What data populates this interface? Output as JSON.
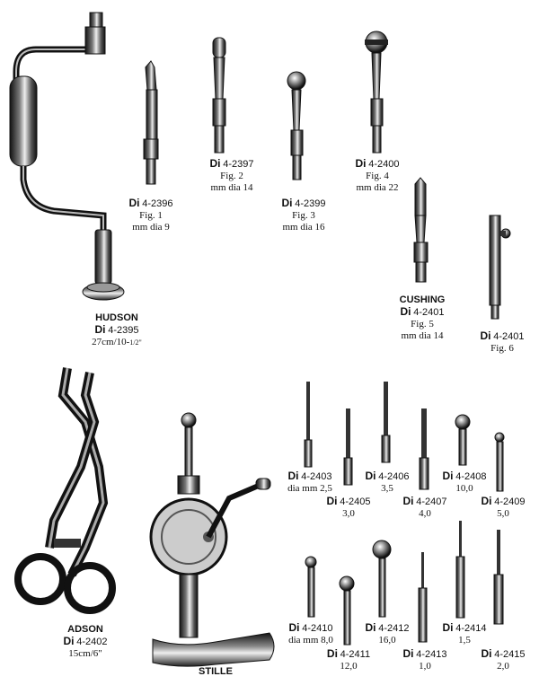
{
  "items": {
    "hudson": {
      "name": "HUDSON",
      "prefix": "Di",
      "code": "4-2395",
      "size_main": "27cm/10-",
      "size_frac": "1/2\""
    },
    "i2396": {
      "prefix": "Di",
      "code": "4-2396",
      "fig": "Fig. 1",
      "dia": "mm dia 9"
    },
    "i2397": {
      "prefix": "Di",
      "code": "4-2397",
      "fig": "Fig. 2",
      "dia": "mm dia 14"
    },
    "i2399": {
      "prefix": "Di",
      "code": "4-2399",
      "fig": "Fig. 3",
      "dia": "mm dia 16"
    },
    "i2400": {
      "prefix": "Di",
      "code": "4-2400",
      "fig": "Fig. 4",
      "dia": "mm dia 22"
    },
    "cushing": {
      "name": "CUSHING",
      "prefix": "Di",
      "code": "4-2401",
      "fig": "Fig. 5",
      "dia": "mm dia 14"
    },
    "i2401b": {
      "prefix": "Di",
      "code": "4-2401",
      "fig": "Fig. 6"
    },
    "adson": {
      "name": "ADSON",
      "prefix": "Di",
      "code": "4-2402",
      "size": "15cm/6\""
    },
    "stille": {
      "name": "STILLE"
    },
    "i2403": {
      "prefix": "Di",
      "code": "4-2403",
      "dia": "dia mm 2,5"
    },
    "i2405": {
      "prefix": "Di",
      "code": "4-2405",
      "dia": "3,0"
    },
    "i2406": {
      "prefix": "Di",
      "code": "4-2406",
      "dia": "3,5"
    },
    "i2407": {
      "prefix": "Di",
      "code": "4-2407",
      "dia": "4,0"
    },
    "i2408": {
      "prefix": "Di",
      "code": "4-2408",
      "dia": "10,0"
    },
    "i2409": {
      "prefix": "Di",
      "code": "4-2409",
      "dia": "5,0"
    },
    "i2410": {
      "prefix": "Di",
      "code": "4-2410",
      "dia": "dia mm 8,0"
    },
    "i2411": {
      "prefix": "Di",
      "code": "4-2411",
      "dia": "12,0"
    },
    "i2412": {
      "prefix": "Di",
      "code": "4-2412",
      "dia": "16,0"
    },
    "i2413": {
      "prefix": "Di",
      "code": "4-2413",
      "dia": "1,0"
    },
    "i2414": {
      "prefix": "Di",
      "code": "4-2414",
      "dia": "1,5"
    },
    "i2415": {
      "prefix": "Di",
      "code": "4-2415",
      "dia": "2,0"
    }
  }
}
